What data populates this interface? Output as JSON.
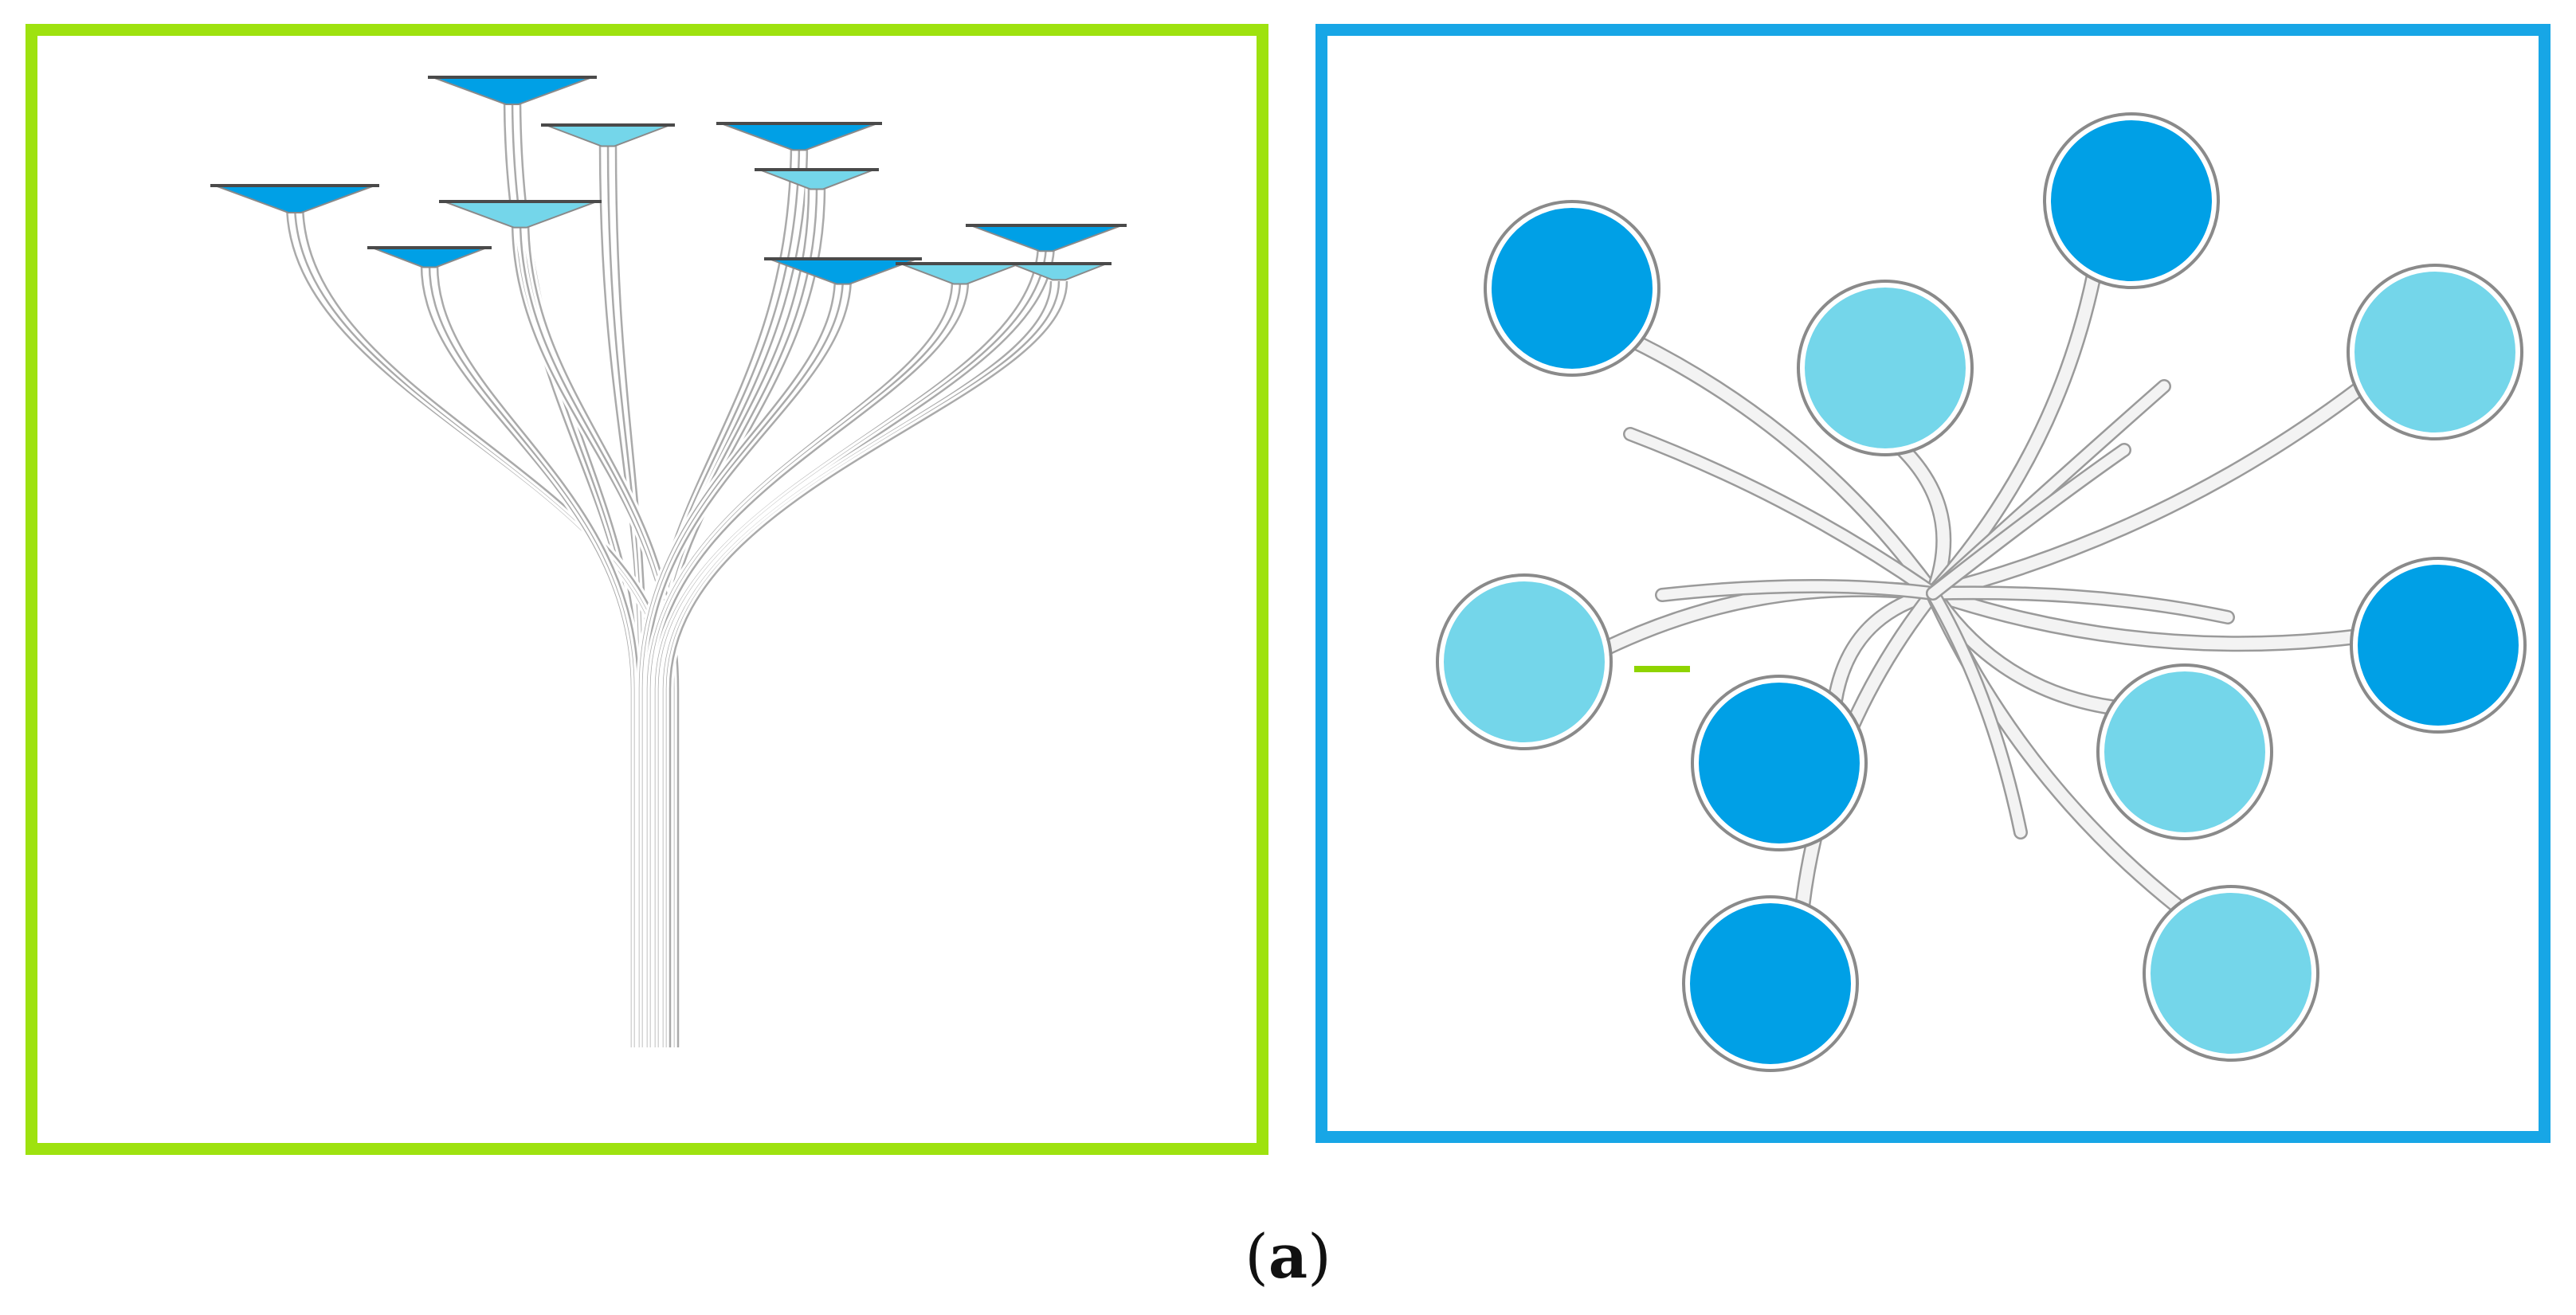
{
  "panels": [
    {
      "id": "side-view",
      "border_color": "#9ee20f"
    },
    {
      "id": "top-view",
      "border_color": "#17a6e6"
    }
  ],
  "colors": {
    "dark_blue": "#00a0e6",
    "light_blue": "#74d6ea",
    "stem_gray": "#bdbdbd",
    "rim_gray": "#8a8a8a",
    "highlight_green": "#8fd400"
  },
  "caption": {
    "open": "(",
    "letter": "a",
    "close": ")"
  }
}
